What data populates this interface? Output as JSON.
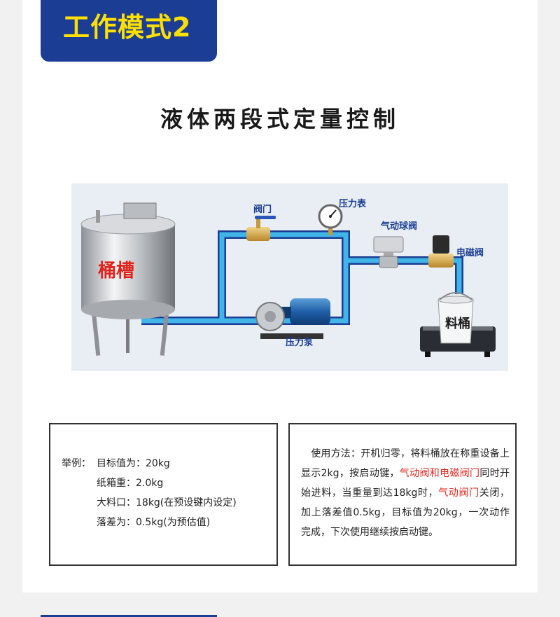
{
  "header": {
    "mode_label": "工作模式2"
  },
  "title": "液体两段式定量控制",
  "diagram": {
    "tank_label": "桶槽",
    "bucket_label": "料桶",
    "labels": {
      "valve": "阀门",
      "pressure_gauge": "压力表",
      "pneumatic_ball_valve": "气动球阀",
      "solenoid_valve": "电磁阀",
      "pressure_pump": "压力泵"
    },
    "colors": {
      "pipe": "#41b4e8",
      "pipe_outline": "#1b3d93",
      "label": "#1b3d93",
      "tank_label": "#e0231c"
    }
  },
  "example": {
    "prefix": "举例：",
    "rows": [
      {
        "label": "目标值为：",
        "value": "20kg"
      },
      {
        "label": "纸箱重：",
        "value": "2.0kg"
      },
      {
        "label": "大料口：",
        "value": "18kg(在预设键内设定)"
      },
      {
        "label": "落差为：",
        "value": "0.5kg(为预估值)"
      }
    ]
  },
  "usage": {
    "p1": "使用方法：开机归零，将料桶放在称重设备上显示2kg，按启动键，",
    "p2_red": "气动阀和电磁阀门",
    "p3": "同时开始进料，当重量到达18kg时，",
    "p4_red": "气动阀门",
    "p5": "关闭，加上落差值0.5kg，目标值为20kg，一次动作完成，下次使用继续按启动键。"
  }
}
